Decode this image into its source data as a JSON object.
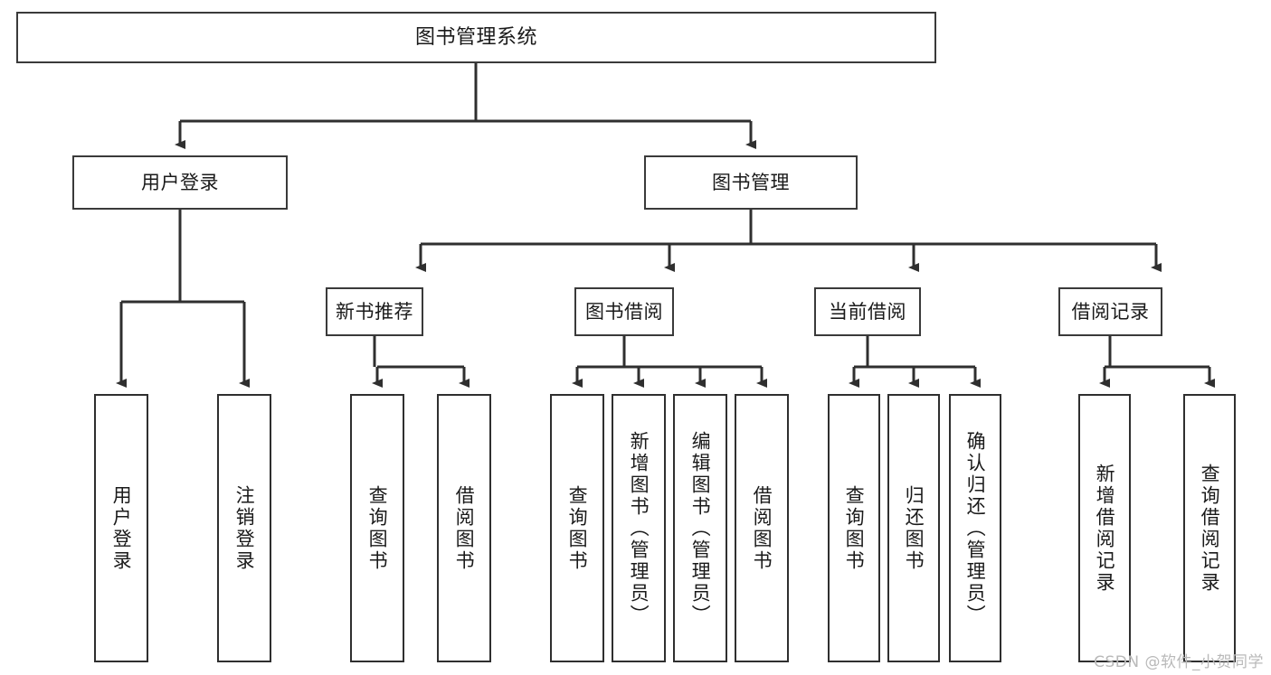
{
  "diagram": {
    "type": "tree",
    "title": "图书管理系统",
    "watermark": "CSDN @软件_小贺同学",
    "colors": {
      "stroke": "#3a3a3a",
      "fill": "#ffffff",
      "text": "#1a1a1a",
      "watermark": "#b9b9b9"
    },
    "levels": {
      "root": {
        "label": "图书管理系统"
      },
      "level2": [
        {
          "label": "用户登录"
        },
        {
          "label": "图书管理"
        }
      ],
      "level3": [
        {
          "label": "新书推荐"
        },
        {
          "label": "图书借阅"
        },
        {
          "label": "当前借阅"
        },
        {
          "label": "借阅记录"
        }
      ],
      "leaves": {
        "user_login": [
          {
            "label": "用户登录"
          },
          {
            "label": "注销登录"
          }
        ],
        "new_book": [
          {
            "label": "查询图书"
          },
          {
            "label": "借阅图书"
          }
        ],
        "borrow_book": [
          {
            "label": "查询图书"
          },
          {
            "label": "新增图书（管理员）"
          },
          {
            "label": "编辑图书（管理员）"
          },
          {
            "label": "借阅图书"
          }
        ],
        "current_borrow": [
          {
            "label": "查询图书"
          },
          {
            "label": "归还图书"
          },
          {
            "label": "确认归还（管理员）"
          }
        ],
        "borrow_record": [
          {
            "label": "新增借阅记录"
          },
          {
            "label": "查询借阅记录"
          }
        ]
      }
    }
  }
}
